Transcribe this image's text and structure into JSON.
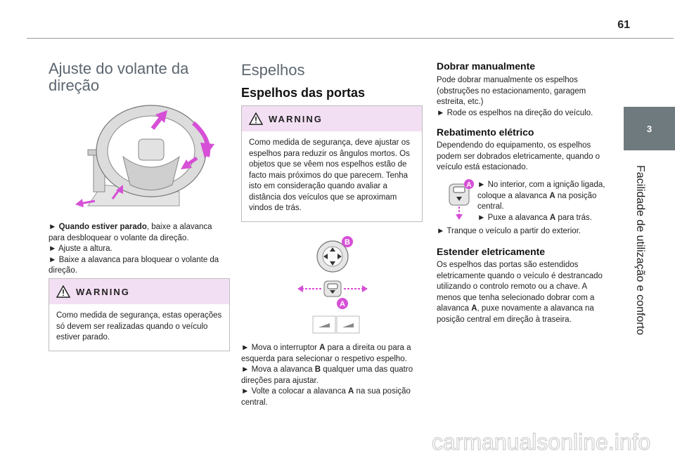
{
  "page_number": "61",
  "tab": {
    "number": "3",
    "title": "Facilidade de utilização e conforto"
  },
  "col1": {
    "title": "Ajuste do volante da direção",
    "steps": [
      {
        "bullet": "►",
        "bold": "Quando estiver parado",
        "text": ", baixe a alavanca para desbloquear o volante da direção."
      },
      {
        "bullet": "►",
        "text": "Ajuste a altura."
      },
      {
        "bullet": "►",
        "text": "Baixe a alavanca para bloquear o volante da direção."
      }
    ],
    "warning": {
      "label": "WARNING",
      "text": "Como medida de segurança, estas operações só devem ser realizadas quando o veículo estiver parado."
    }
  },
  "col2": {
    "title": "Espelhos",
    "subtitle": "Espelhos das portas",
    "warning": {
      "label": "WARNING",
      "text": "Como medida de segurança, deve ajustar os espelhos para reduzir os ângulos mortos. Os objetos que se vêem nos espelhos estão de facto mais próximos do que parecem. Tenha isto em consideração quando avaliar a distância dos veículos que se aproximam vindos de trás."
    },
    "figure_labels": {
      "b": "B",
      "a": "A"
    },
    "steps": [
      {
        "bullet": "►",
        "pre": "Mova o interruptor ",
        "bold": "A",
        "post": " para a direita ou para a esquerda para selecionar o respetivo espelho."
      },
      {
        "bullet": "►",
        "pre": "Mova a alavanca ",
        "bold": "B",
        "post": " qualquer uma das quatro direções para ajustar."
      },
      {
        "bullet": "►",
        "pre": "Volte a colocar a alavanca ",
        "bold": "A",
        "post": " na sua posição central."
      }
    ]
  },
  "col3": {
    "section1": {
      "title": "Dobrar manualmente",
      "text": "Pode dobrar manualmente os espelhos (obstruções no estacionamento, garagem estreita, etc.)",
      "step": {
        "bullet": "►",
        "text": "Rode os espelhos na direção do veículo."
      }
    },
    "section2": {
      "title": "Rebatimento elétrico",
      "text": "Dependendo do equipamento, os espelhos podem ser dobrados eletricamente, quando o veículo está estacionado.",
      "figure_label": "A",
      "step1": {
        "bullet": "►",
        "pre": "No interior, com a ignição ligada, coloque a alavanca ",
        "bold": "A",
        "post": " na posição central."
      },
      "step2": {
        "bullet": "►",
        "pre": "Puxe a alavanca ",
        "bold": "A",
        "post": " para trás."
      },
      "step3": {
        "bullet": "►",
        "text": "Tranque o veículo a partir do exterior."
      }
    },
    "section3": {
      "title": "Estender eletricamente",
      "pre": "Os espelhos das portas são estendidos eletricamente quando o veículo é destrancado utilizando o controlo remoto ou a chave. A menos que tenha selecionado dobrar com a alavanca ",
      "bold": "A",
      "post": ", puxe novamente a alavanca na posição central em direção à traseira."
    }
  },
  "colors": {
    "accent_magenta": "#d64fd6",
    "warning_bg": "#f3dff3",
    "tab_gray": "#6f7a7e"
  },
  "watermark": "carmanualsonline.info"
}
